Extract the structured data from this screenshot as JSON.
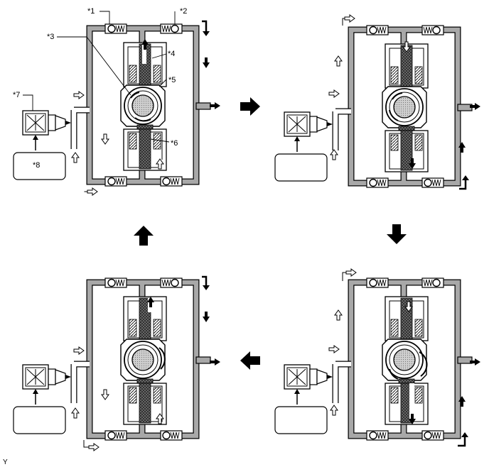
{
  "labels": {
    "l1": "*1",
    "l2": "*2",
    "l3": "*3",
    "l4": "*4",
    "l5": "*5",
    "l6": "*6",
    "l7": "*7",
    "l8": "*8"
  },
  "corner_code": "Y",
  "colors": {
    "pipe": "#a8a8a8",
    "outline": "#000000",
    "hatch_dark": "#222222",
    "body_fill": "#ffffff"
  },
  "icons": [
    "stage-arrow",
    "flow-arrow-hollow",
    "flow-arrow-solid",
    "check-valve",
    "spring",
    "solenoid-coil"
  ]
}
